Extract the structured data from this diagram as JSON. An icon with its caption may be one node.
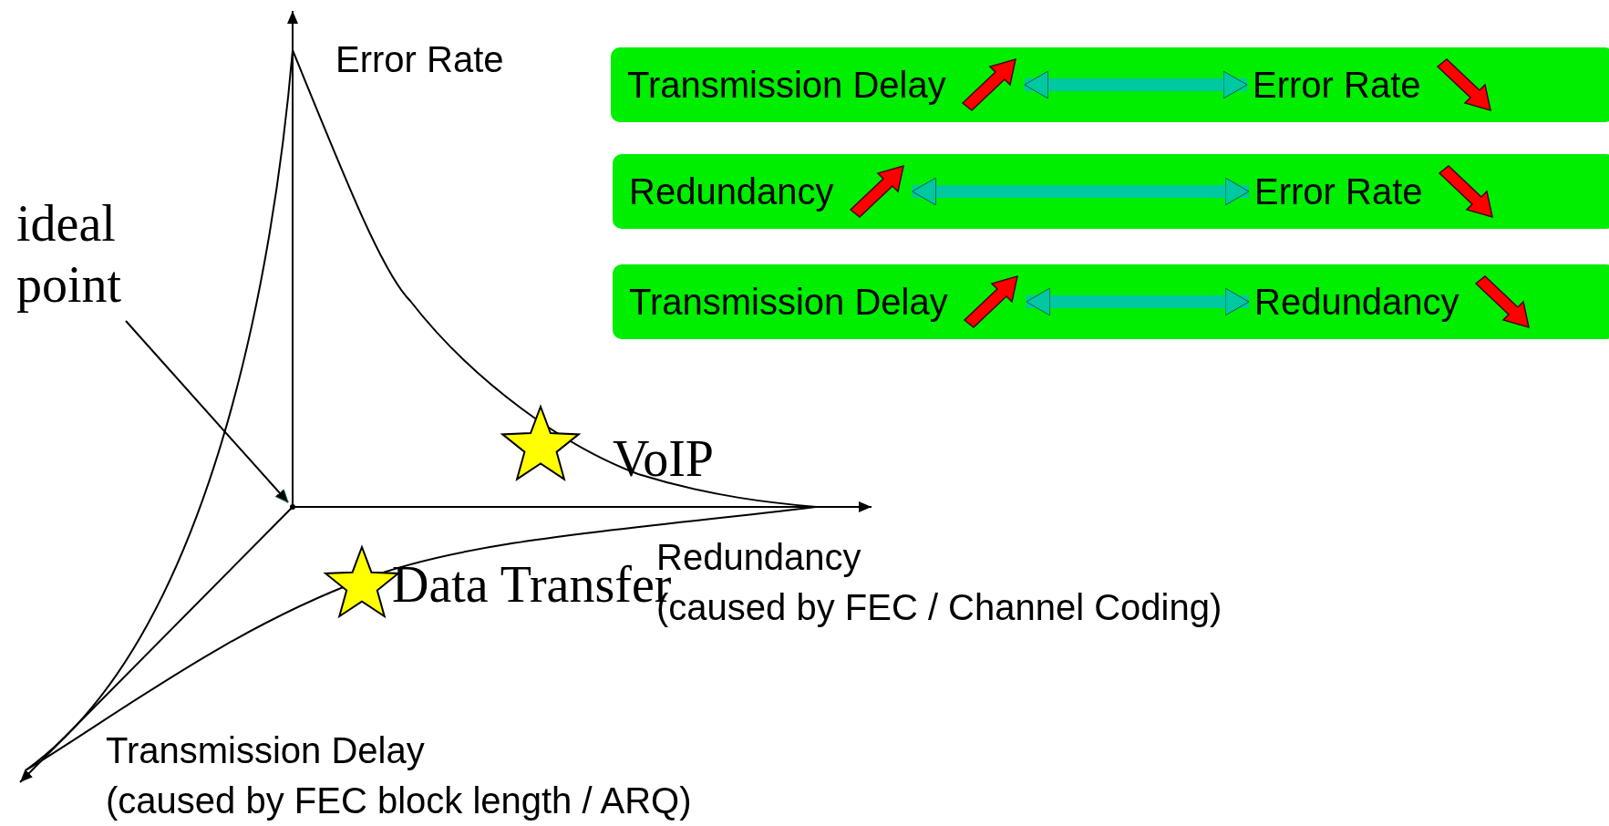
{
  "diagram": {
    "nodes": [
      {
        "text": [],
        "shape": "bar"
      },
      {
        "text": [
          "Transmission Delay"
        ],
        "in": 0
      },
      {
        "text": [
          "Error Rate"
        ],
        "in": 0
      },
      {
        "text": [],
        "shape": "bar"
      },
      {
        "text": [
          "Redundancy"
        ],
        "in": 3
      },
      {
        "text": [
          "Error Rate"
        ],
        "in": 3
      },
      {
        "text": [],
        "shape": "bar"
      },
      {
        "text": [
          "Transmission Delay"
        ],
        "in": 6
      },
      {
        "text": [
          "Redundancy"
        ],
        "in": 6
      },
      {
        "text": [
          "ideal point"
        ]
      },
      {
        "text": [],
        "shape": "point"
      }
    ],
    "edges": [
      {
        "from": 1,
        "to": 2,
        "arrow": "both"
      },
      {
        "from": 4,
        "to": 5,
        "arrow": "both"
      },
      {
        "from": 7,
        "to": 8,
        "arrow": "both"
      },
      {
        "from": 9,
        "to": 10,
        "arrow": "to",
        "color": "#000000"
      }
    ],
    "labels": [
      "Error Rate",
      "VoIP",
      "Redundancy",
      "(caused by FEC / Channel Coding)",
      "Data Transfer",
      "Transmission Delay",
      "(caused by FEC block length / ARQ)"
    ]
  }
}
